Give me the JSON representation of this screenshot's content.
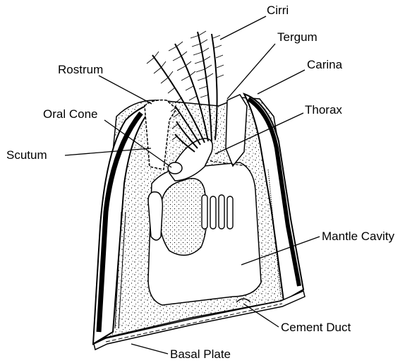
{
  "diagram": {
    "labels": {
      "cirri": "Cirri",
      "tergum": "Tergum",
      "rostrum": "Rostrum",
      "carina": "Carina",
      "oral_cone": "Oral Cone",
      "thorax": "Thorax",
      "scutum": "Scutum",
      "mantle_cavity": "Mantle Cavity",
      "cement_duct": "Cement Duct",
      "basal_plate": "Basal Plate"
    }
  }
}
